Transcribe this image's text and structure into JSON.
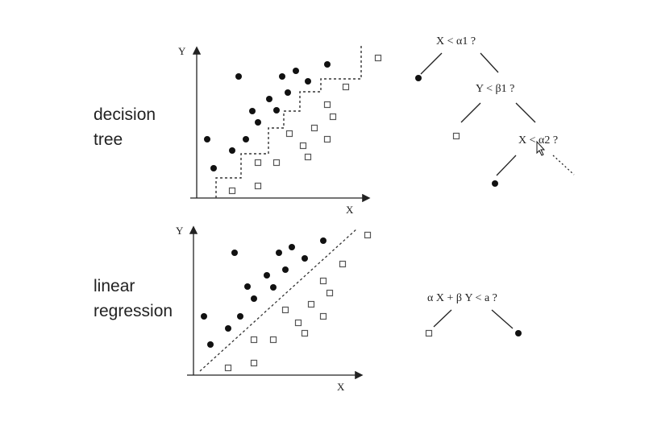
{
  "top_panel": {
    "title_line1": "decision",
    "title_line2": "tree",
    "x_label": "X",
    "y_label": "Y",
    "dots": [
      [
        257,
        173
      ],
      [
        265,
        209
      ],
      [
        288,
        187
      ],
      [
        296,
        95
      ],
      [
        305,
        173
      ],
      [
        313,
        138
      ],
      [
        320,
        152
      ],
      [
        334,
        123
      ],
      [
        343,
        137
      ],
      [
        350,
        95
      ],
      [
        357,
        115
      ],
      [
        367,
        88
      ],
      [
        382,
        101
      ],
      [
        406,
        80
      ]
    ],
    "squares": [
      [
        288,
        237
      ],
      [
        320,
        231
      ],
      [
        320,
        202
      ],
      [
        343,
        202
      ],
      [
        359,
        166
      ],
      [
        376,
        181
      ],
      [
        382,
        195
      ],
      [
        390,
        159
      ],
      [
        406,
        173
      ],
      [
        406,
        130
      ],
      [
        413,
        145
      ],
      [
        429,
        108
      ],
      [
        469,
        72
      ]
    ],
    "boundary_points": [
      [
        268,
        246
      ],
      [
        268,
        221
      ],
      [
        299,
        221
      ],
      [
        299,
        191
      ],
      [
        333,
        191
      ],
      [
        333,
        159
      ],
      [
        352,
        159
      ],
      [
        352,
        138
      ],
      [
        372,
        138
      ],
      [
        372,
        114
      ],
      [
        398,
        114
      ],
      [
        398,
        98
      ],
      [
        448,
        98
      ],
      [
        448,
        55
      ]
    ],
    "tree": {
      "root": "X < α1 ?",
      "node2": "Y < β1 ?",
      "node3": "X < α2 ?"
    }
  },
  "bottom_panel": {
    "title_line1": "linear",
    "title_line2": "regression",
    "x_label": "X",
    "y_label": "Y",
    "dots": [
      [
        253,
        393
      ],
      [
        261,
        428
      ],
      [
        283,
        408
      ],
      [
        291,
        314
      ],
      [
        298,
        393
      ],
      [
        307,
        356
      ],
      [
        315,
        371
      ],
      [
        331,
        342
      ],
      [
        339,
        357
      ],
      [
        346,
        314
      ],
      [
        354,
        335
      ],
      [
        362,
        307
      ],
      [
        378,
        321
      ],
      [
        401,
        299
      ]
    ],
    "squares": [
      [
        283,
        457
      ],
      [
        315,
        451
      ],
      [
        315,
        422
      ],
      [
        339,
        422
      ],
      [
        354,
        385
      ],
      [
        370,
        401
      ],
      [
        378,
        414
      ],
      [
        386,
        378
      ],
      [
        401,
        393
      ],
      [
        401,
        349
      ],
      [
        409,
        364
      ],
      [
        425,
        328
      ],
      [
        456,
        292
      ]
    ],
    "line_points": [
      [
        248,
        461
      ],
      [
        443,
        284
      ]
    ],
    "tree": {
      "root": "α X + β Y < a ?"
    }
  },
  "colors": {
    "ink": "#111111",
    "axis": "#222222",
    "square_stroke": "#555555"
  }
}
